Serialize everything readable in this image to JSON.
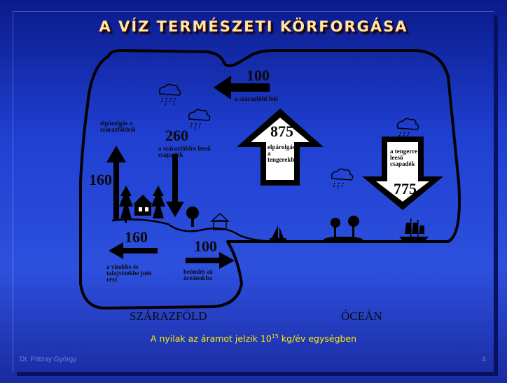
{
  "slide": {
    "title": "A VÍZ TERMÉSZETI KÖRFORGÁSA",
    "caption_pre": "A nyilak az áramot jelzik 10",
    "caption_exp": "15",
    "caption_post": " kg/év egységben",
    "author": "Dr. Pátzay György",
    "page": "4"
  },
  "diagram": {
    "flows": {
      "top_value": "100",
      "top_label": "a szárazföld felé",
      "evap_land_label": "elpárolgás a szárazföldről",
      "evap_land_value": "160",
      "precip_land_value": "260",
      "precip_land_label": "a szárazföldre leeső csapadék",
      "evap_ocean_value": "875",
      "evap_ocean_label": "elpárolgás a tengerekből",
      "precip_ocean_label": "a tengerre leeső csapadék",
      "precip_ocean_value": "775",
      "water_left_value": "160",
      "water_left_label": "a vizekbe és talajvizekbe jutó rész",
      "runoff_value": "100",
      "runoff_label": "beömlés az óceánokba"
    },
    "regions": {
      "land": "SZÁRAZFÖLD",
      "ocean": "ÓCEÁN"
    }
  }
}
